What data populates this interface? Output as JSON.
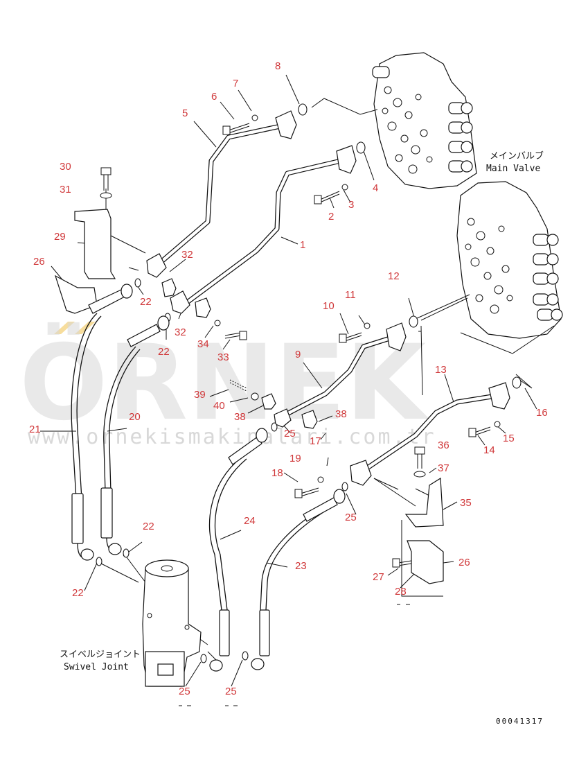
{
  "labels": {
    "main_valve_jp": "メインバルブ",
    "main_valve_en": "Main Valve",
    "swivel_jp": "スイベルジョイント",
    "swivel_en": "Swivel Joint",
    "drawing_code": "00041317"
  },
  "watermark": {
    "logo": "ÖRNEK",
    "url": "www.ornekismakinalari.com.tr"
  },
  "callouts": [
    {
      "id": "c8",
      "text": "8"
    },
    {
      "id": "c7",
      "text": "7"
    },
    {
      "id": "c6",
      "text": "6"
    },
    {
      "id": "c5",
      "text": "5"
    },
    {
      "id": "c30",
      "text": "30"
    },
    {
      "id": "c31",
      "text": "31"
    },
    {
      "id": "c4",
      "text": "4"
    },
    {
      "id": "c3",
      "text": "3"
    },
    {
      "id": "c2",
      "text": "2"
    },
    {
      "id": "c1",
      "text": "1"
    },
    {
      "id": "c29",
      "text": "29"
    },
    {
      "id": "c32a",
      "text": "32"
    },
    {
      "id": "c26a",
      "text": "26"
    },
    {
      "id": "c22a",
      "text": "22"
    },
    {
      "id": "c32b",
      "text": "32"
    },
    {
      "id": "c12",
      "text": "12"
    },
    {
      "id": "c11",
      "text": "11"
    },
    {
      "id": "c10",
      "text": "10"
    },
    {
      "id": "c34",
      "text": "34"
    },
    {
      "id": "c22b",
      "text": "22"
    },
    {
      "id": "c33",
      "text": "33"
    },
    {
      "id": "c9",
      "text": "9"
    },
    {
      "id": "c13",
      "text": "13"
    },
    {
      "id": "c39",
      "text": "39"
    },
    {
      "id": "c40",
      "text": "40"
    },
    {
      "id": "c38a",
      "text": "38"
    },
    {
      "id": "c38b",
      "text": "38"
    },
    {
      "id": "c16",
      "text": "16"
    },
    {
      "id": "c21",
      "text": "21"
    },
    {
      "id": "c20",
      "text": "20"
    },
    {
      "id": "c25a",
      "text": "25"
    },
    {
      "id": "c17",
      "text": "17"
    },
    {
      "id": "c15",
      "text": "15"
    },
    {
      "id": "c36",
      "text": "36"
    },
    {
      "id": "c14",
      "text": "14"
    },
    {
      "id": "c19",
      "text": "19"
    },
    {
      "id": "c37",
      "text": "37"
    },
    {
      "id": "c18",
      "text": "18"
    },
    {
      "id": "c35",
      "text": "35"
    },
    {
      "id": "c25b",
      "text": "25"
    },
    {
      "id": "c24",
      "text": "24"
    },
    {
      "id": "c22c",
      "text": "22"
    },
    {
      "id": "c23",
      "text": "23"
    },
    {
      "id": "c26b",
      "text": "26"
    },
    {
      "id": "c27",
      "text": "27"
    },
    {
      "id": "c22d",
      "text": "22"
    },
    {
      "id": "c28",
      "text": "28"
    },
    {
      "id": "c25c",
      "text": "25"
    },
    {
      "id": "c25d",
      "text": "25"
    }
  ]
}
